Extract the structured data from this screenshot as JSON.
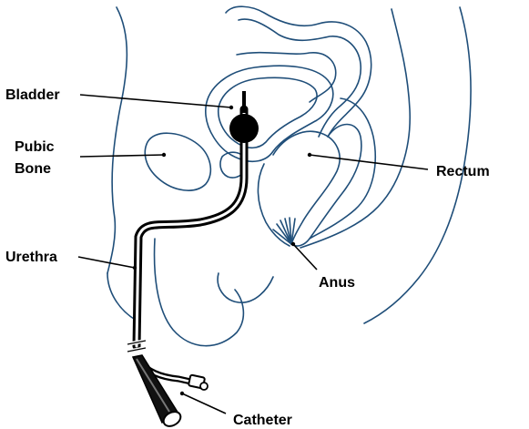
{
  "colors": {
    "outline": "#1f4e79",
    "catheter": "#000000",
    "background": "#ffffff"
  },
  "labels": {
    "bladder": "Bladder",
    "pubic_line1": "Pubic",
    "pubic_line2": "Bone",
    "rectum": "Rectum",
    "urethra": "Urethra",
    "anus": "Anus",
    "catheter": "Catheter"
  }
}
